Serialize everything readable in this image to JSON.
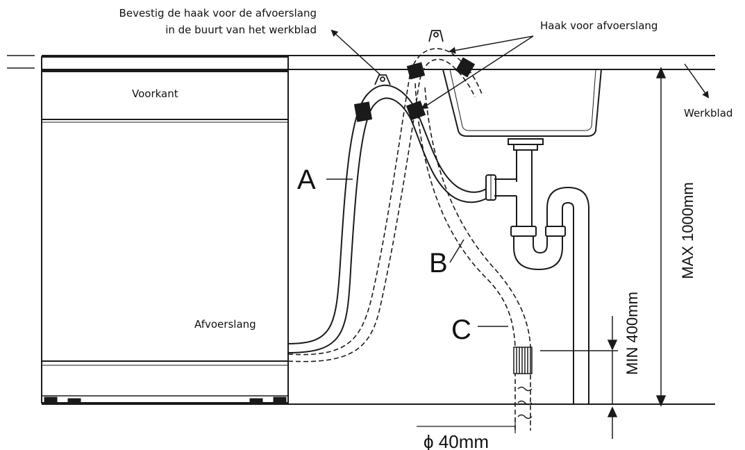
{
  "labels": {
    "hook_instruction_line1": "Bevestig de haak voor de afvoerslang",
    "hook_instruction_line2": "in de buurt van het werkblad",
    "hook_label": "Haak voor afvoerslang",
    "worktop": "Werkblad",
    "front": "Voorkant",
    "drain_hose": "Afvoerslang",
    "position_a": "A",
    "position_b": "B",
    "position_c": "C",
    "max_height": "MAX 1000mm",
    "min_height": "MIN 400mm",
    "diameter": "ϕ 40mm"
  },
  "colors": {
    "line": "#1a1a1a",
    "background": "#ffffff"
  }
}
